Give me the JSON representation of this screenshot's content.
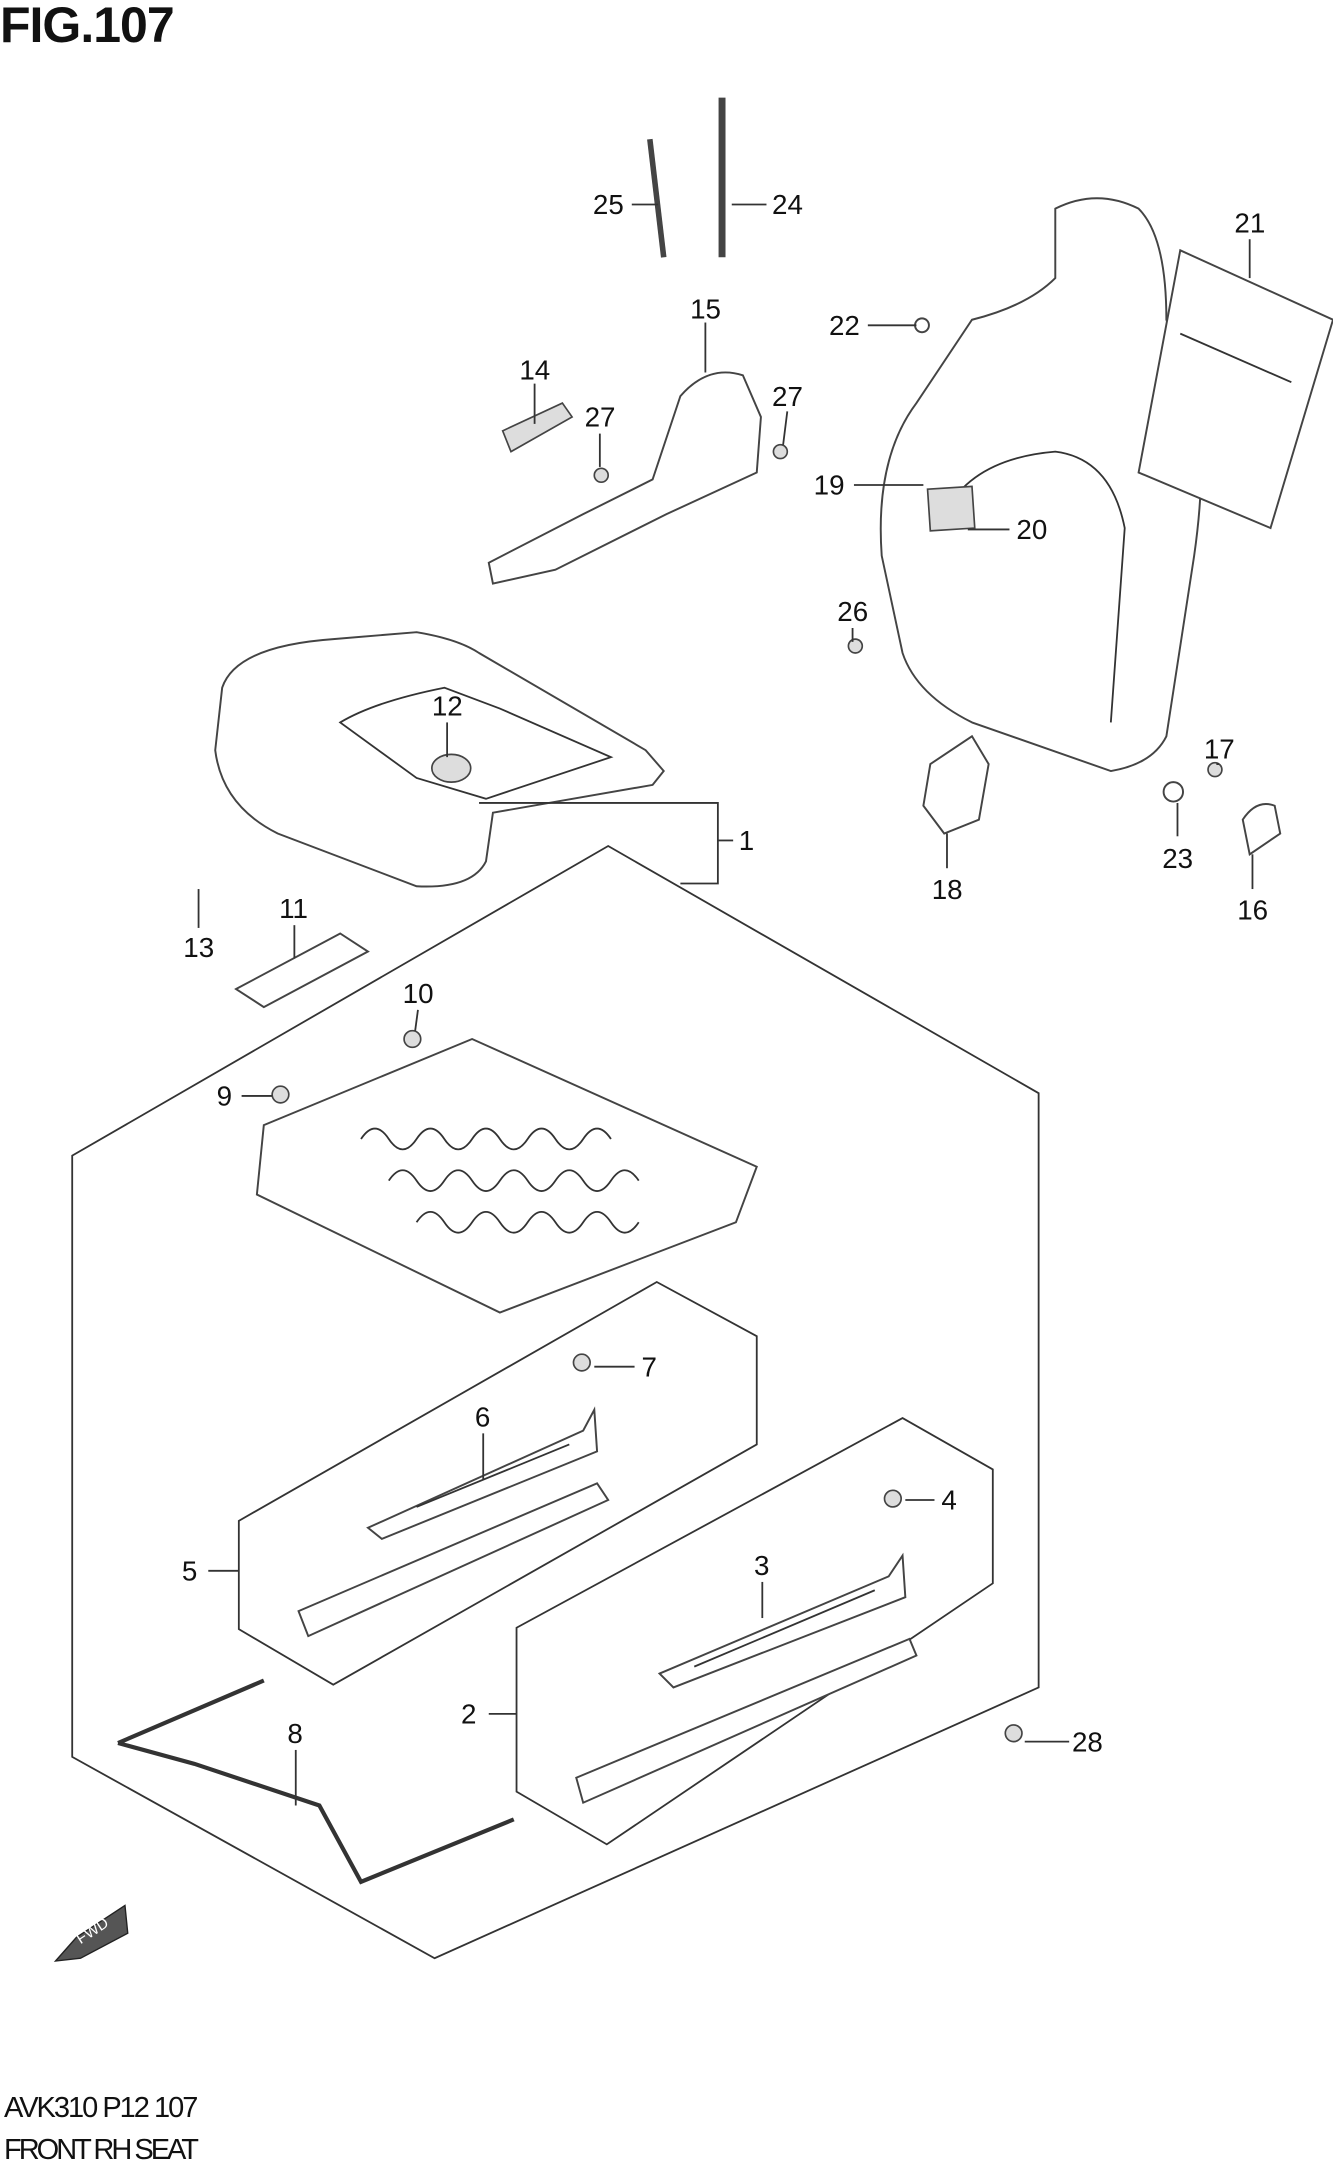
{
  "figure": {
    "title": "FIG.107",
    "code": "AVK310 P12 107",
    "caption": "FRONT RH SEAT"
  },
  "fwd_arrow": {
    "label": "FWD"
  },
  "callouts": [
    "1",
    "2",
    "3",
    "4",
    "5",
    "6",
    "7",
    "8",
    "9",
    "10",
    "11",
    "12",
    "13",
    "14",
    "15",
    "16",
    "17",
    "18",
    "19",
    "20",
    "21",
    "22",
    "23",
    "24",
    "25",
    "26",
    "27",
    "27",
    "28"
  ]
}
